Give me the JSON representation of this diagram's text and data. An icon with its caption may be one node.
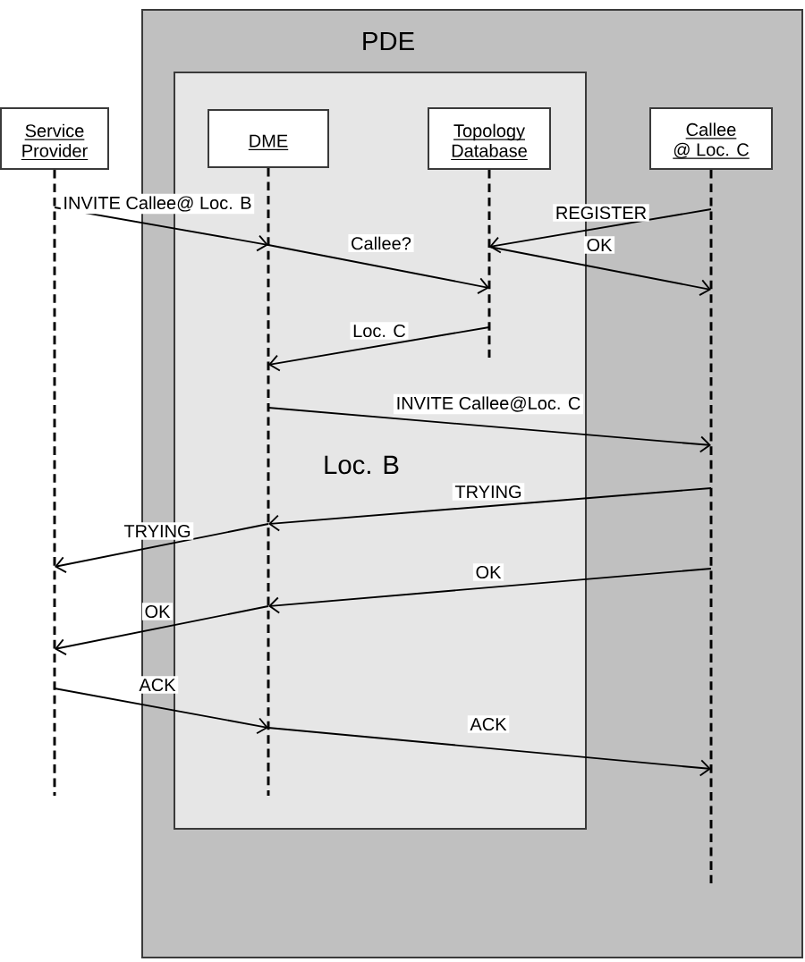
{
  "diagram": {
    "nodes": [
      {
        "text": [
          "PDE"
        ]
      },
      {
        "text": [
          "Loc. B"
        ],
        "in": 0
      },
      {
        "text": [
          "Service Provider"
        ]
      },
      {
        "text": [
          "DME"
        ],
        "in": 1
      },
      {
        "text": [
          "Topology Database"
        ],
        "in": 1
      },
      {
        "text": [
          "Callee @ Loc. C"
        ],
        "in": 0
      }
    ],
    "edges": [
      {
        "from": 2,
        "to": 3,
        "arrow": "to",
        "label": "INVITE Callee@ Loc. B"
      },
      {
        "from": 3,
        "to": 4,
        "arrow": "to",
        "label": "Callee?"
      },
      {
        "from": 5,
        "to": 4,
        "arrow": "to",
        "label": "REGISTER"
      },
      {
        "from": 4,
        "to": 5,
        "arrow": "to",
        "label": "OK"
      },
      {
        "from": 4,
        "to": 3,
        "arrow": "to",
        "label": "Loc. C"
      },
      {
        "from": 3,
        "to": 5,
        "arrow": "to",
        "label": "INVITE Callee@Loc. C"
      },
      {
        "from": 5,
        "to": 3,
        "arrow": "to",
        "label": "TRYING"
      },
      {
        "from": 3,
        "to": 2,
        "arrow": "to",
        "label": "TRYING"
      },
      {
        "from": 5,
        "to": 3,
        "arrow": "to",
        "label": "OK"
      },
      {
        "from": 3,
        "to": 2,
        "arrow": "to",
        "label": "OK"
      },
      {
        "from": 2,
        "to": 3,
        "arrow": "to",
        "label": "ACK"
      },
      {
        "from": 3,
        "to": 5,
        "arrow": "to",
        "label": "ACK"
      }
    ]
  }
}
